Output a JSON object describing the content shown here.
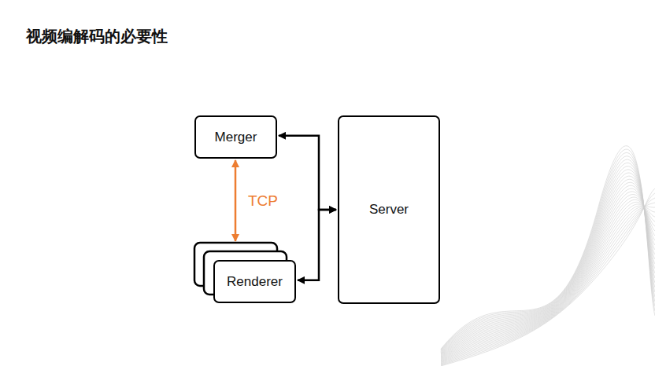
{
  "diagram": {
    "title": "视频编解码的必要性",
    "nodes": [
      {
        "text": [
          "Merger"
        ]
      },
      {
        "text": [
          "Renderer"
        ]
      },
      {
        "text": [
          "Server"
        ]
      }
    ],
    "edges": [
      {
        "from": 0,
        "to": 1,
        "label": "TCP",
        "arrow": "both"
      },
      {
        "from": 2,
        "to": 0,
        "arrow": "both"
      },
      {
        "from": 2,
        "to": 1,
        "arrow": "both"
      }
    ]
  }
}
